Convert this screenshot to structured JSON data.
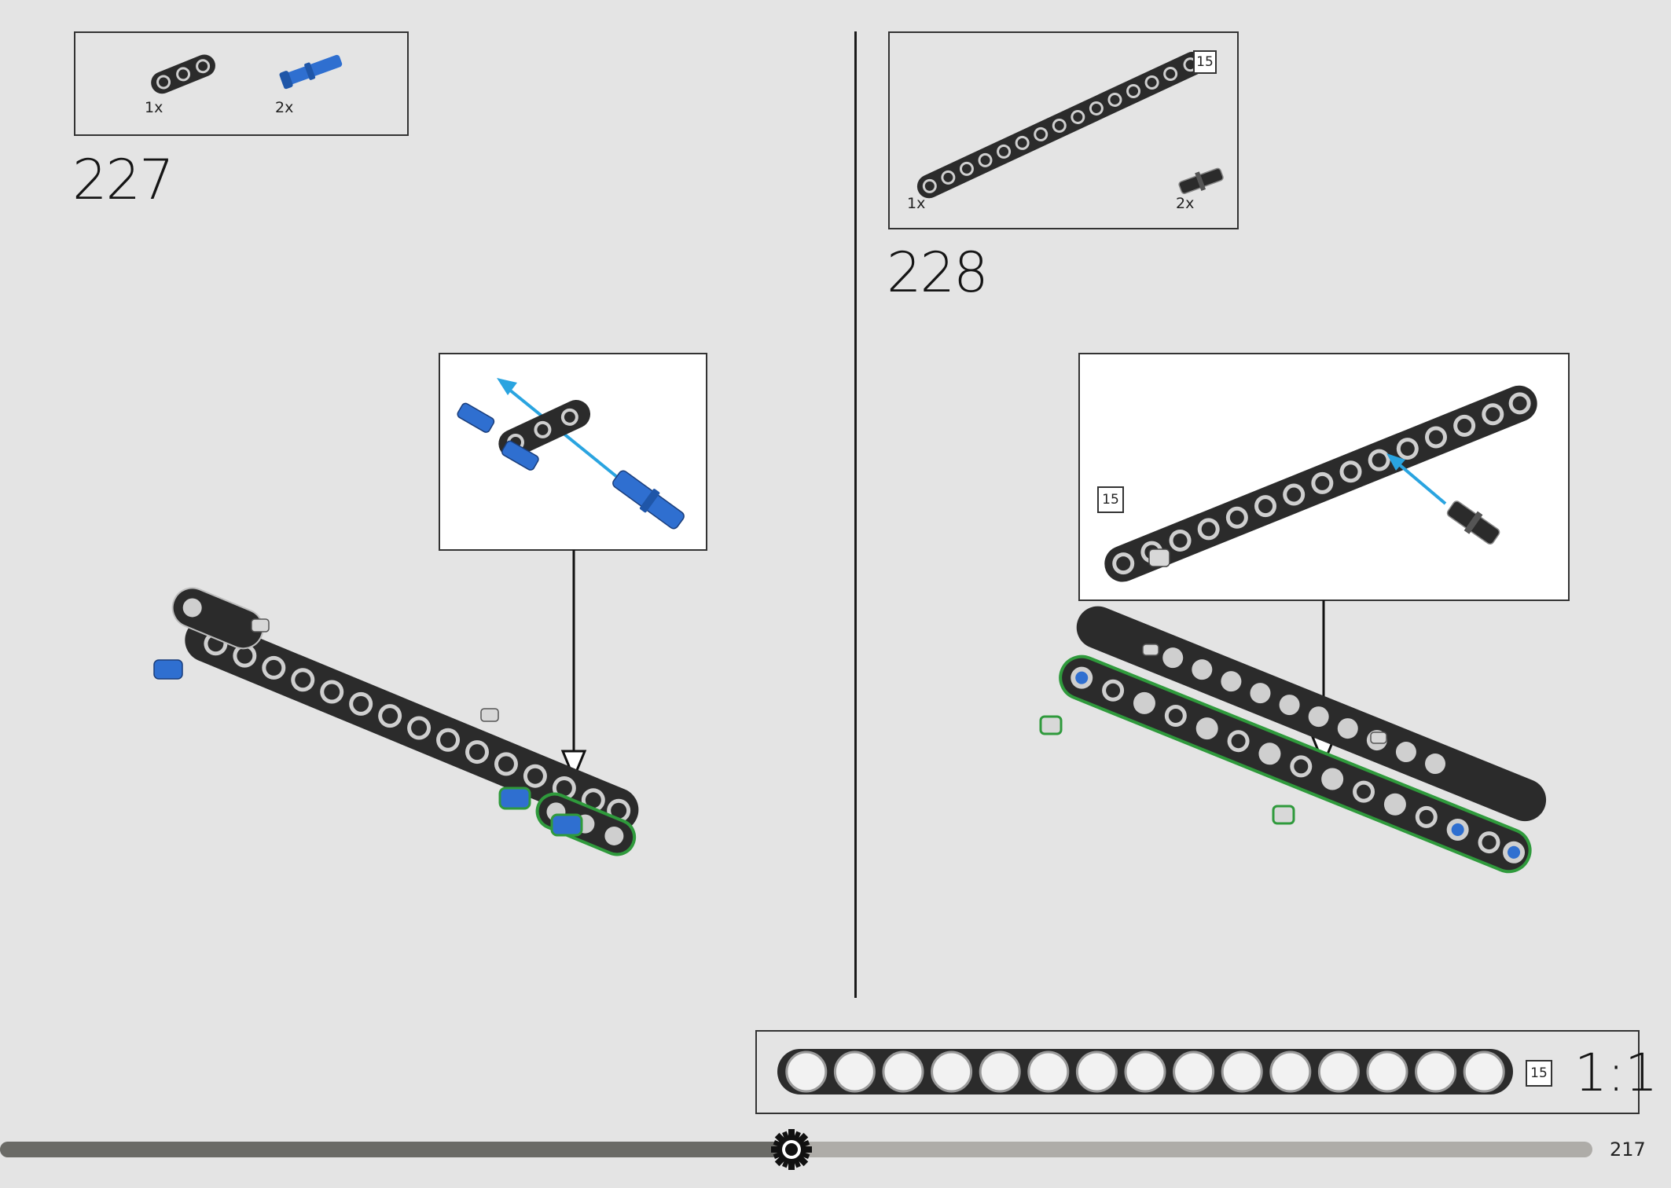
{
  "steps": [
    {
      "number": "227",
      "parts": [
        {
          "icon": "black-3-hole-beam-icon",
          "qty": "1x"
        },
        {
          "icon": "blue-axle-pin-icon",
          "qty": "2x"
        }
      ]
    },
    {
      "number": "228",
      "parts": [
        {
          "icon": "black-15-hole-beam-icon",
          "qty": "1x",
          "length": "15"
        },
        {
          "icon": "black-friction-pin-icon",
          "qty": "2x"
        }
      ],
      "callout_length": "15"
    }
  ],
  "scale_ruler": {
    "holes": 15,
    "length_badge": "15",
    "scale": "1:1"
  },
  "footer": {
    "page_number": "217",
    "progress": 0.497,
    "progress_icon": "gear-icon"
  },
  "colors": {
    "background": "#e4e4e4",
    "beam": "#2b2b2b",
    "pin_blue": "#2f6fd0",
    "arrow_blue": "#2aa4e0",
    "highlight_green": "#2f9a3c",
    "progress_dark": "#6a6a66",
    "progress_light": "#aeaca8"
  }
}
